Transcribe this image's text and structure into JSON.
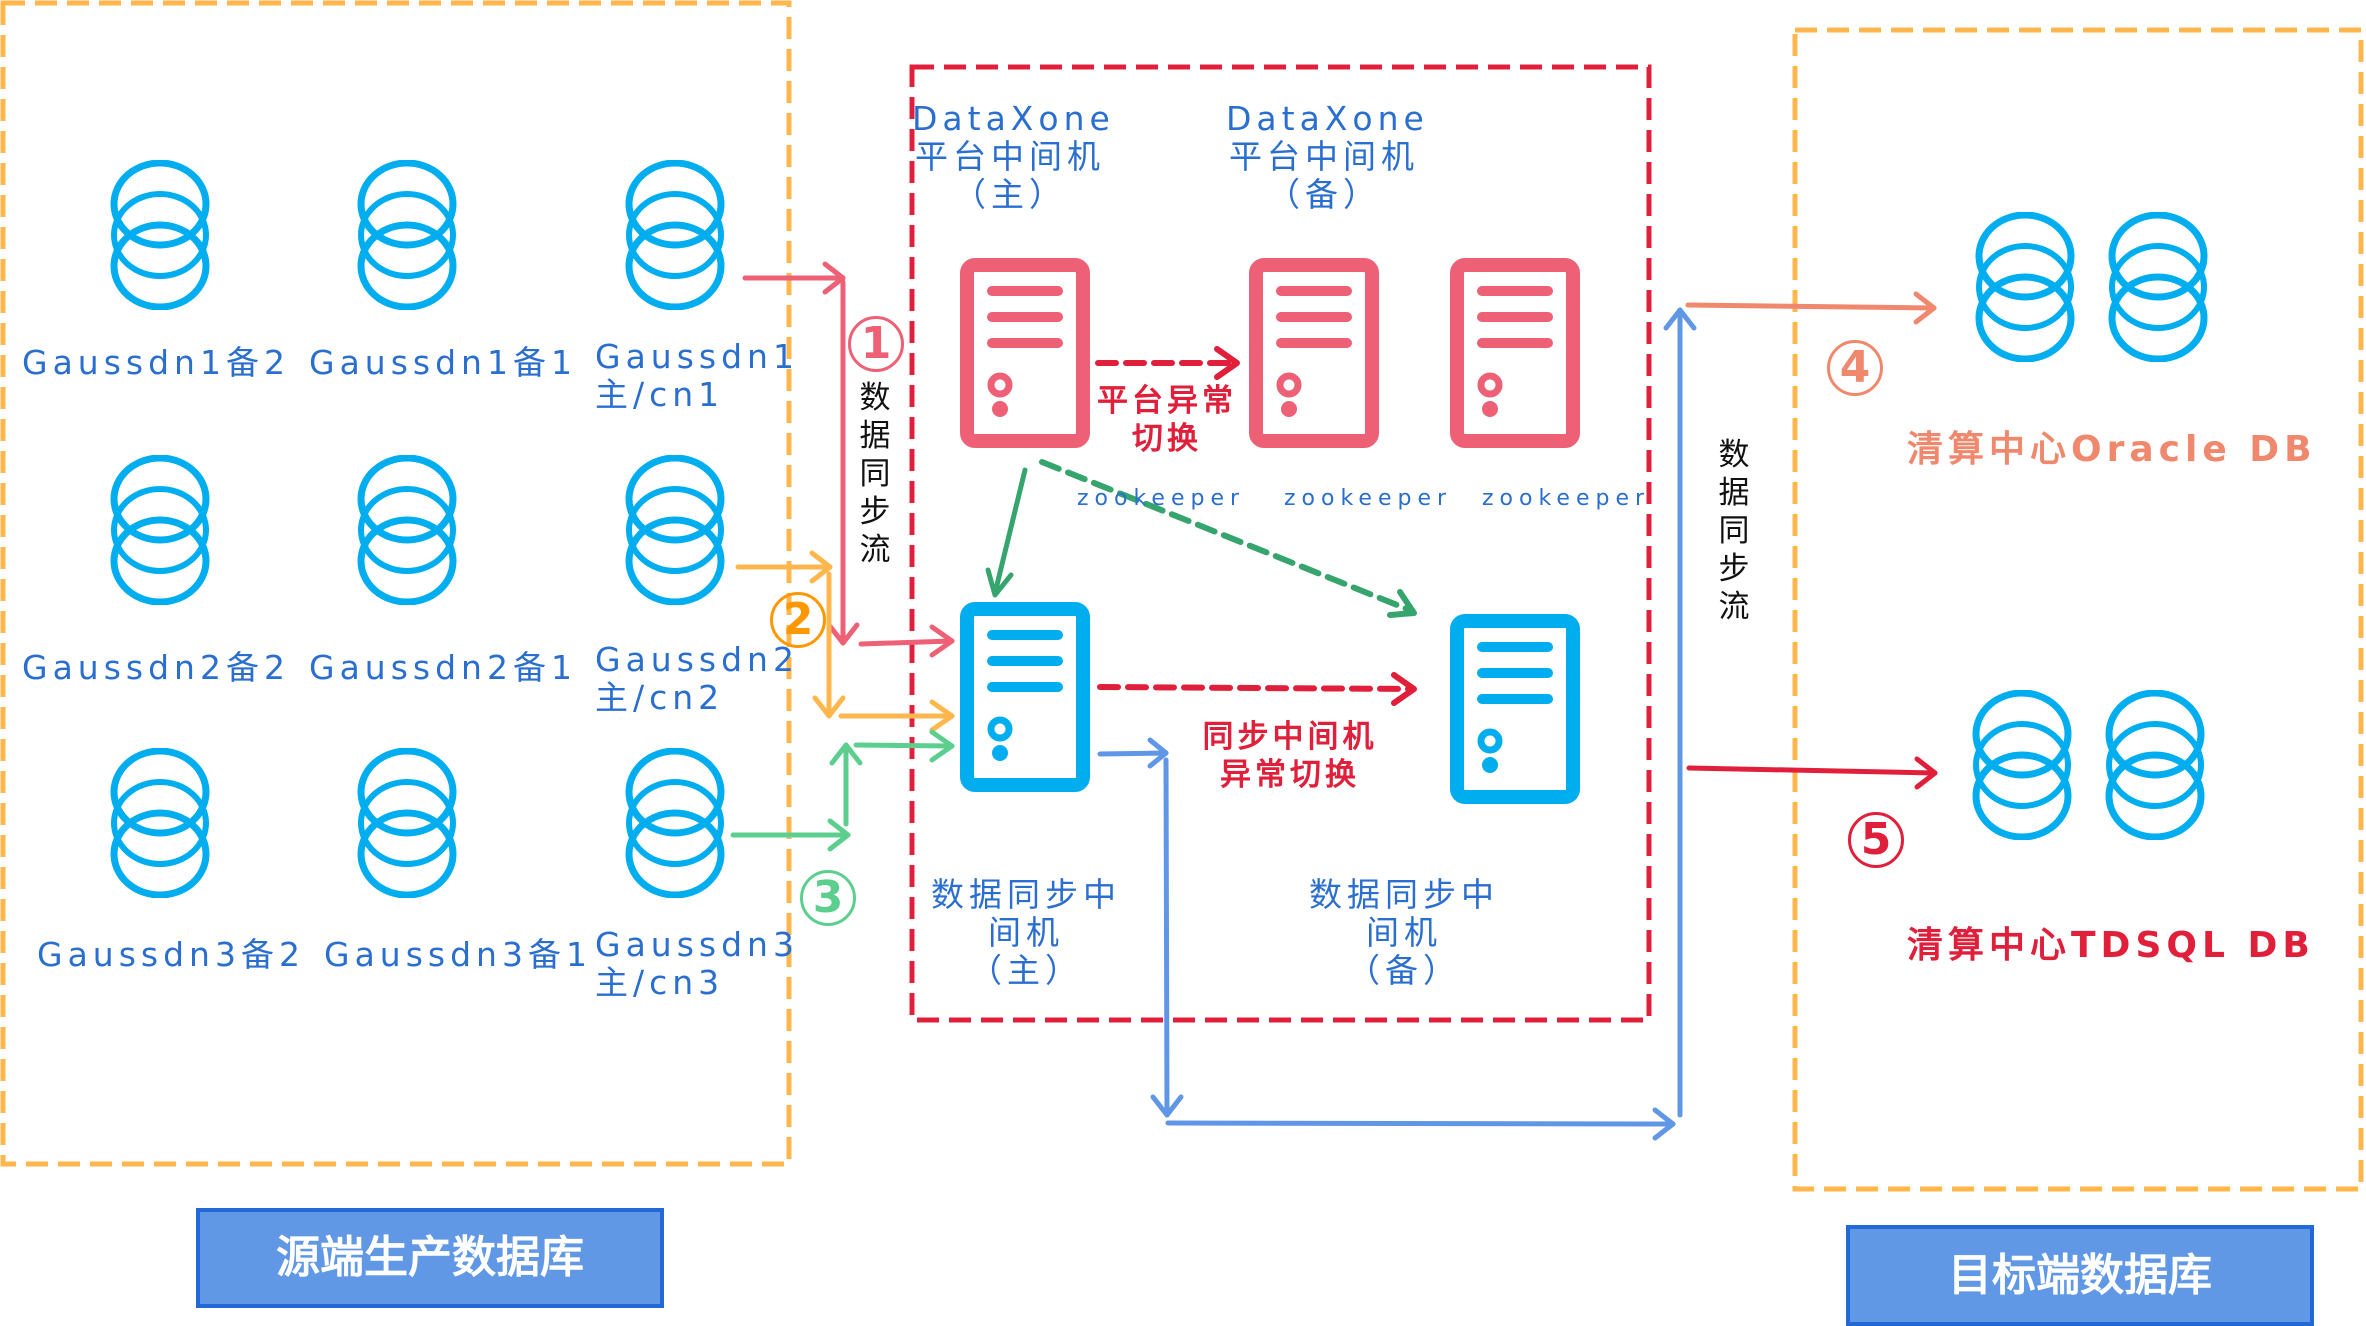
{
  "colors": {
    "db_icon": "#00adef",
    "source_box_border": "#ffb74d",
    "middle_box_border": "#e01f3b",
    "platform_server": "#ed6075",
    "sync_server": "#00adef",
    "label_blue": "#2a6fd0",
    "flow1": "#ed6075",
    "flow2": "#ffb74d",
    "flow3": "#5ccf8f",
    "flow_to_target": "#6096e6",
    "flow4": "#f0886d",
    "flow5": "#e01f3b",
    "failover_green": "#36a46d",
    "footer_bg": "#6098e5"
  },
  "source": {
    "title": "源端生产数据库",
    "databases": [
      {
        "label": "Gaussdn1备2"
      },
      {
        "label": "Gaussdn1备1"
      },
      {
        "label_line1": "Gaussdn1",
        "label_line2": "主/cn1"
      },
      {
        "label": "Gaussdn2备2"
      },
      {
        "label": "Gaussdn2备1"
      },
      {
        "label_line1": "Gaussdn2",
        "label_line2": "主/cn2"
      },
      {
        "label": "Gaussdn3备2"
      },
      {
        "label": "Gaussdn3备1"
      },
      {
        "label_line1": "Gaussdn3",
        "label_line2": "主/cn3"
      }
    ]
  },
  "middle": {
    "platform_primary": {
      "line1": "DataXone",
      "line2": "平台中间机",
      "line3": "（主）"
    },
    "platform_standby": {
      "line1": "DataXone",
      "line2": "平台中间机",
      "line3": "（备）"
    },
    "zookeeper_labels": [
      "zookeeper",
      "zookeeper",
      "zookeeper"
    ],
    "platform_failover": {
      "line1": "平台异常",
      "line2": "切换"
    },
    "sync_failover": {
      "line1": "同步中间机",
      "line2": "异常切换"
    },
    "sync_primary": {
      "line1": "数据同步中",
      "line2": "间机",
      "line3": "（主）"
    },
    "sync_standby": {
      "line1": "数据同步中",
      "line2": "间机",
      "line3": "（备）"
    },
    "left_flow_label": "数据同步流",
    "right_flow_label": "数据同步流"
  },
  "flow_numbers": [
    "1",
    "2",
    "3",
    "4",
    "5"
  ],
  "target": {
    "title": "目标端数据库",
    "oracle_label": "清算中心Oracle DB",
    "tdsql_label": "清算中心TDSQL DB"
  }
}
